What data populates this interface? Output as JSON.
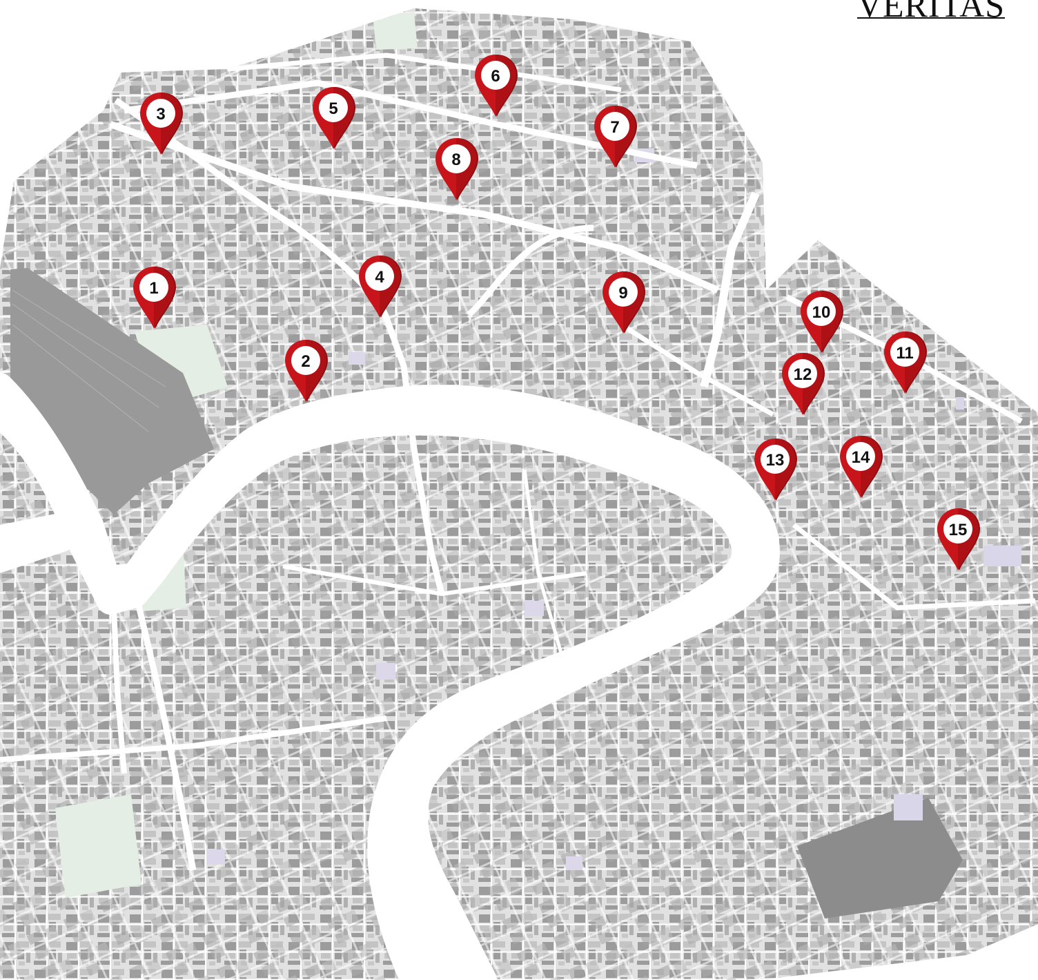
{
  "logo": {
    "text": "VERITAS"
  },
  "colors": {
    "water": "#ffffff",
    "land": "#e1e1e1",
    "building": "#9c9c9c",
    "street": "#ffffff",
    "green": "#e7f0e7",
    "church": "#e3e0ef",
    "pin": "#c8151b",
    "pin_dark": "#8c0d11",
    "pin_badge": "#ffffff"
  },
  "markers": [
    {
      "label": "1"
    },
    {
      "label": "2"
    },
    {
      "label": "3"
    },
    {
      "label": "4"
    },
    {
      "label": "5"
    },
    {
      "label": "6"
    },
    {
      "label": "7"
    },
    {
      "label": "8"
    },
    {
      "label": "9"
    },
    {
      "label": "10"
    },
    {
      "label": "11"
    },
    {
      "label": "12"
    },
    {
      "label": "13"
    },
    {
      "label": "14"
    },
    {
      "label": "15"
    }
  ]
}
